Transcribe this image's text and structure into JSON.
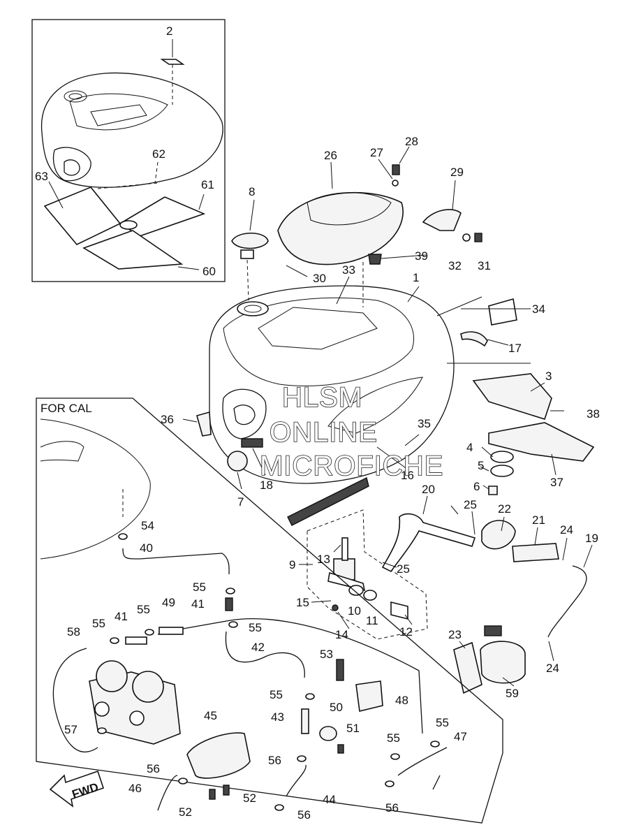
{
  "inset_label": "FOR CAL",
  "fwd_label": "FWD",
  "watermark": [
    "HLSM",
    "ONLINE",
    "MICROFICHE"
  ],
  "callouts": {
    "c1": "1",
    "c2": "2",
    "c3": "3",
    "c4": "4",
    "c5": "5",
    "c6": "6",
    "c7": "7",
    "c8": "8",
    "c9": "9",
    "c10": "10",
    "c11": "11",
    "c12": "12",
    "c13": "13",
    "c14": "14",
    "c15": "15",
    "c16": "16",
    "c17": "17",
    "c18": "18",
    "c19": "19",
    "c20": "20",
    "c21": "21",
    "c22": "22",
    "c23": "23",
    "c24a": "24",
    "c24b": "24",
    "c25a": "25",
    "c25b": "25",
    "c26": "26",
    "c27": "27",
    "c28": "28",
    "c29": "29",
    "c30": "30",
    "c31": "31",
    "c32": "32",
    "c33": "33",
    "c34": "34",
    "c35": "35",
    "c36": "36",
    "c37": "37",
    "c38": "38",
    "c39": "39",
    "c40": "40",
    "c41a": "41",
    "c41b": "41",
    "c42": "42",
    "c43": "43",
    "c44": "44",
    "c45": "45",
    "c46": "46",
    "c47": "47",
    "c48": "48",
    "c49": "49",
    "c50": "50",
    "c51": "51",
    "c52a": "52",
    "c52b": "52",
    "c53": "53",
    "c54": "54",
    "c55a": "55",
    "c55b": "55",
    "c55c": "55",
    "c55d": "55",
    "c55e": "55",
    "c55f": "55",
    "c55g": "55",
    "c56a": "56",
    "c56b": "56",
    "c56c": "56",
    "c56d": "56",
    "c57": "57",
    "c58": "58",
    "c59": "59",
    "c60": "60",
    "c61": "61",
    "c62": "62",
    "c63": "63"
  }
}
